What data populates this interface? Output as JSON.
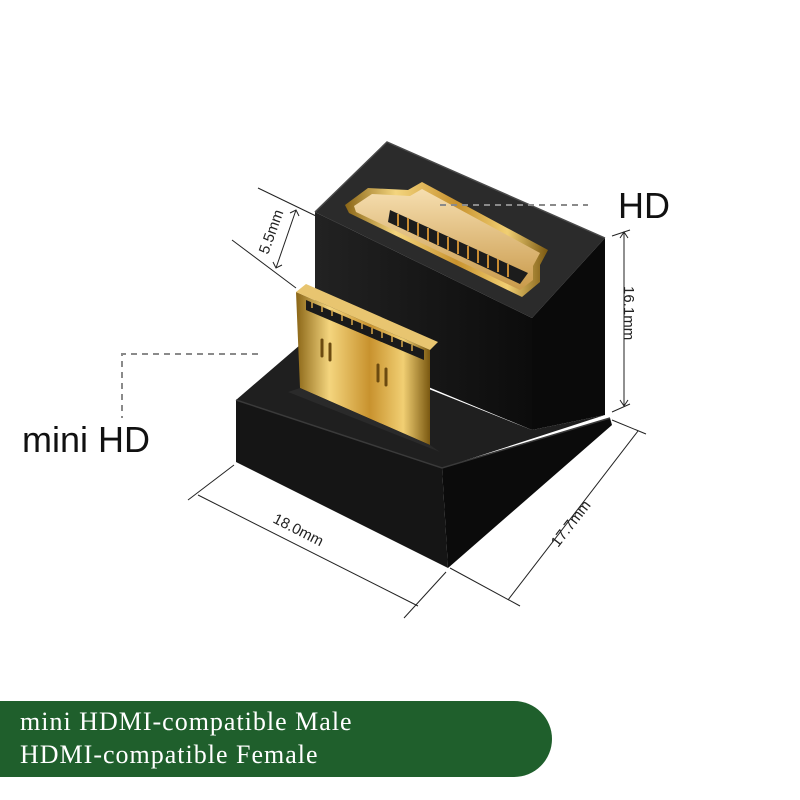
{
  "labels": {
    "female_port": "HD",
    "male_port": "mini HD"
  },
  "dimensions": {
    "width": "18.0mm",
    "depth": "17.7mm",
    "height": "16.1mm",
    "plug_height": "5.5mm"
  },
  "caption": {
    "line1": "mini HDMI-compatible Male",
    "line2": "HDMI-compatible Female"
  },
  "colors": {
    "body": "#141414",
    "gold": "#d8ac48",
    "banner": "#1f5f2c"
  },
  "icons": {
    "product": "u-shaped-hdmi-adapter-photo"
  }
}
